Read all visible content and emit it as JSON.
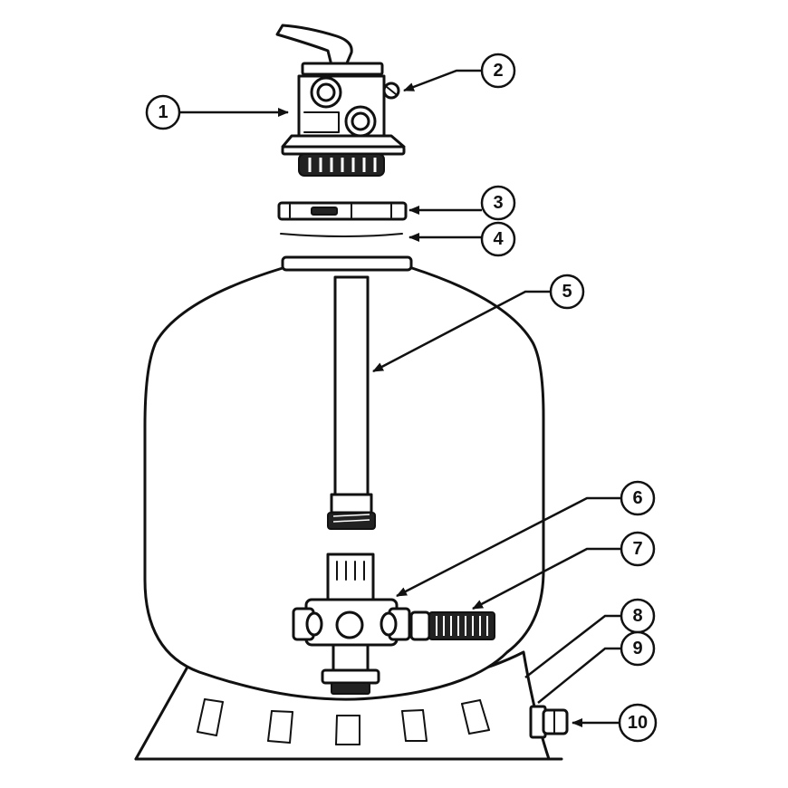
{
  "callouts": [
    {
      "number": "1",
      "part": "multiport-valve"
    },
    {
      "number": "2",
      "part": "pressure-gauge-port"
    },
    {
      "number": "3",
      "part": "clamp-ring"
    },
    {
      "number": "4",
      "part": "o-ring"
    },
    {
      "number": "5",
      "part": "standpipe"
    },
    {
      "number": "6",
      "part": "lateral-hub"
    },
    {
      "number": "7",
      "part": "lateral"
    },
    {
      "number": "8",
      "part": "tank-base"
    },
    {
      "number": "9",
      "part": "drain-fitting"
    },
    {
      "number": "10",
      "part": "drain-cap"
    }
  ]
}
